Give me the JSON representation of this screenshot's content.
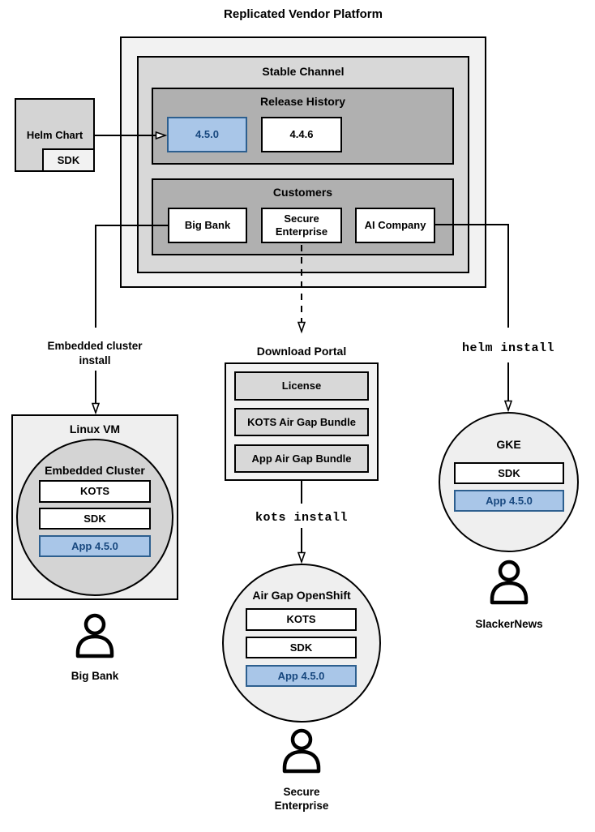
{
  "title": "Replicated Vendor Platform",
  "accent": {
    "highlight_fill": "#a9c6e8",
    "highlight_border": "#2d5f8f",
    "highlight_text": "#17477e"
  },
  "platform": {
    "stable_channel_title": "Stable Channel",
    "release_history": {
      "title": "Release History",
      "releases": [
        "4.5.0",
        "4.4.6"
      ]
    },
    "customers": {
      "title": "Customers",
      "items": [
        "Big Bank",
        "Secure\nEnterprise",
        "AI Company"
      ]
    }
  },
  "helm_chart": {
    "title": "Helm Chart",
    "sdk": "SDK"
  },
  "left_flow": {
    "connector_label": "Embedded cluster\ninstall",
    "vm_title": "Linux VM",
    "cluster_title": "Embedded Cluster",
    "components": [
      "KOTS",
      "SDK",
      "App 4.5.0"
    ],
    "user": "Big Bank"
  },
  "middle_flow": {
    "portal_title": "Download Portal",
    "portal_items": [
      "License",
      "KOTS Air Gap Bundle",
      "App Air Gap Bundle"
    ],
    "command": "kots install",
    "cluster_title": "Air Gap OpenShift",
    "components": [
      "KOTS",
      "SDK",
      "App 4.5.0"
    ],
    "user": "Secure\nEnterprise"
  },
  "right_flow": {
    "command": "helm install",
    "cluster_title": "GKE",
    "components": [
      "SDK",
      "App 4.5.0"
    ],
    "user": "SlackerNews"
  }
}
